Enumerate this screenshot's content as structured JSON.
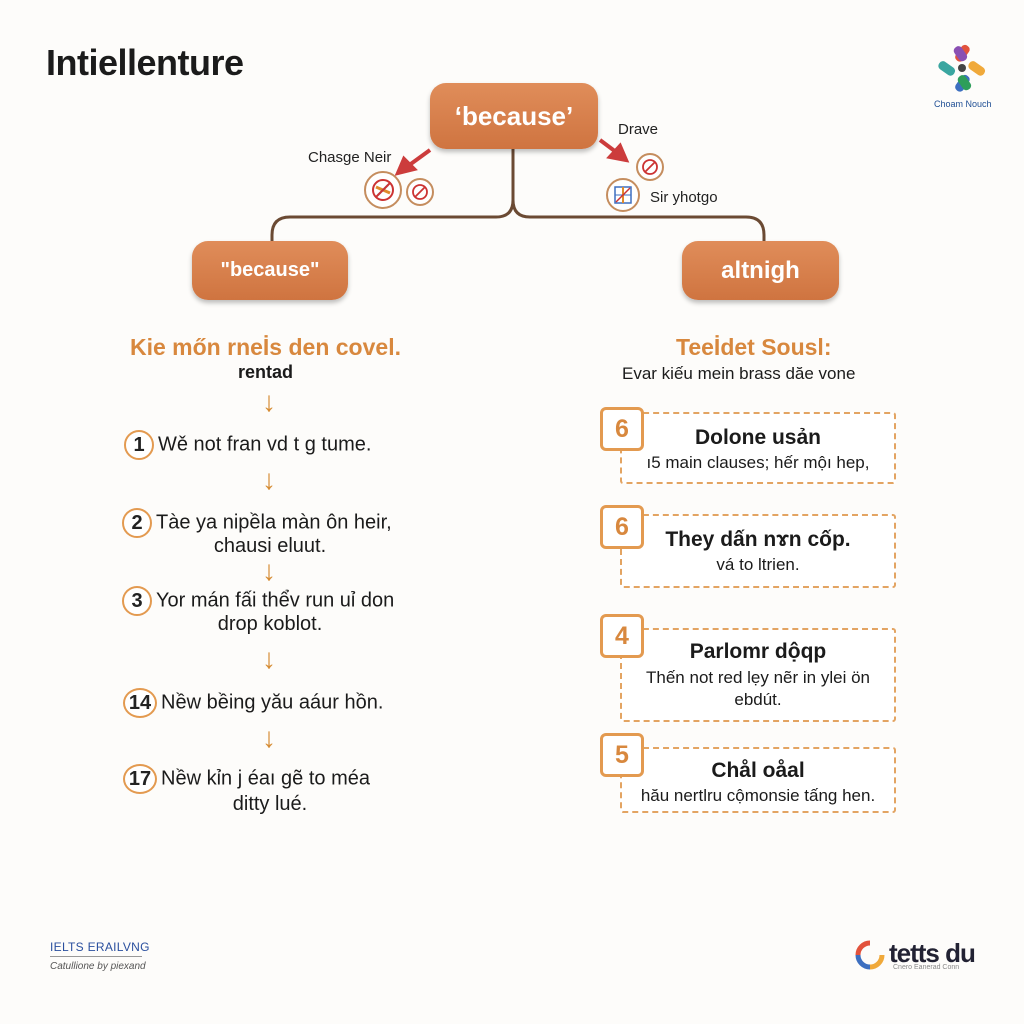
{
  "title": "Intiellenture",
  "logo": {
    "caption": "Choam Nouch"
  },
  "top_node": {
    "label": "‘because’"
  },
  "annotations": {
    "left_label": "Chasge Neir",
    "right_top_label": "Drave",
    "right_label": "Sir yhotgo"
  },
  "left_node": {
    "label": "\"because\""
  },
  "right_node": {
    "label": "altnigh"
  },
  "left_column": {
    "heading": "Kie mőn rneİs den covel.",
    "subheading": "rentad",
    "steps": [
      {
        "num": "1",
        "line1": "Wě not fran vd t g tume.",
        "line2": ""
      },
      {
        "num": "2",
        "line1": "Tàe ya nipềla màn ôn heir,",
        "line2": "chausi eluut."
      },
      {
        "num": "3",
        "line1": "Yor mán fấi thểv run uỉ don",
        "line2": "drop koblot."
      },
      {
        "num": "14",
        "line1": "Nềw bềing yău aáur hồn.",
        "line2": ""
      },
      {
        "num": "17",
        "line1": "Nềw kỉn j éaı gẽ to méa",
        "line2": "ditty lué."
      }
    ]
  },
  "right_column": {
    "heading": "Teeİdet Sousl:",
    "subheading": "Evar kiếu mein brass dăe vone",
    "cards": [
      {
        "badge": "6",
        "title": "Dolone usản",
        "text1": "ı5 main clauses; hếr mộı hep,",
        "text2": ""
      },
      {
        "badge": "6",
        "title": "They dấn nɤn cốp.",
        "text1": "vá to ltrien.",
        "text2": ""
      },
      {
        "badge": "4",
        "title": "Parlomr dộqp",
        "text1": "Thến not red lẹy nẽr in ylei ön",
        "text2": "ebdút."
      },
      {
        "badge": "5",
        "title": "Chål oåal",
        "text1": "hău nertlru cộmonsie tấng hen.",
        "text2": ""
      }
    ]
  },
  "footer": {
    "left_brand": "IELTS ERAILVNG",
    "left_tagline": "Catullione by piexand",
    "right_brand": "tetts du",
    "right_sub": "Cnero Eanerad Conn"
  },
  "colors": {
    "accent": "#d8824e",
    "orange_text": "#d8883e",
    "connector": "#6b4a33"
  }
}
